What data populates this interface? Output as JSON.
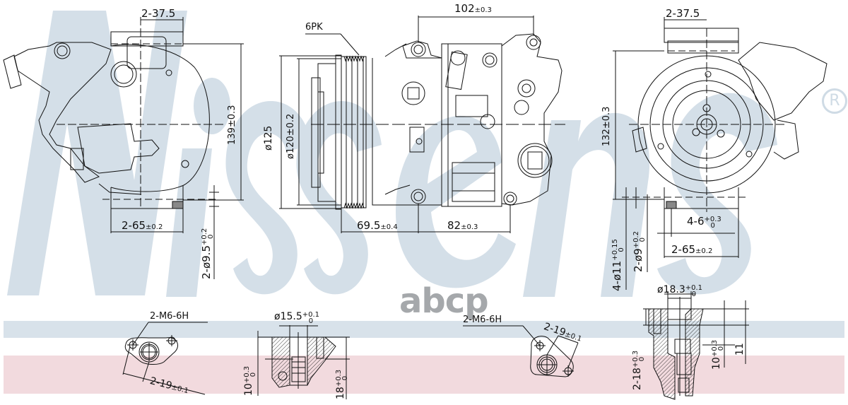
{
  "brand": {
    "watermark_text": "Nissens",
    "watermark_color": "#d4dfe8",
    "registered_mark": "R",
    "overlay_logo": "abcp",
    "overlay_logo_color": "#a5a8ab"
  },
  "bands": {
    "blue": "#d8e2ea",
    "pink": "#f2dade"
  },
  "views": {
    "rear_view": {
      "top_width": "2-37.5",
      "height": "139±0.3",
      "bottom_width_main": "2-65",
      "bottom_width_tol": "±0.2",
      "hole_dia_main": "2-ø9.5",
      "hole_dia_tol_plus": "+0.2",
      "hole_dia_tol_minus": "0"
    },
    "side_view": {
      "belt": "6PK",
      "pulley_dia_outer": "ø125",
      "pulley_dia_inner": "ø120±0.2",
      "mount_spacing_main": "102",
      "mount_spacing_tol": "±0.3",
      "length_a_main": "69.5",
      "length_a_tol": "±0.4",
      "length_b_main": "82",
      "length_b_tol": "±0.3"
    },
    "front_view": {
      "top_width": "2-37.5",
      "height": "132±0.3",
      "slot_main": "4-6",
      "slot_tol_plus": "+0.3",
      "slot_tol_minus": "0",
      "bottom_width_main": "2-65",
      "bottom_width_tol": "±0.2",
      "hole9_main": "2-ø9",
      "hole9_tol_plus": "+0.2",
      "hole9_tol_minus": "0",
      "hole11_main": "4-ø11",
      "hole11_tol_plus": "+0.15",
      "hole11_tol_minus": "0"
    },
    "port_detail_1": {
      "thread": "2-M6-6H",
      "spacing_main": "2-19",
      "spacing_tol": "±0.1"
    },
    "port_section_1": {
      "bore_main": "ø15.5",
      "bore_tol_plus": "+0.1",
      "bore_tol_minus": "0",
      "depth_a_main": "10",
      "depth_a_tol_plus": "+0.3",
      "depth_a_tol_minus": "0",
      "depth_b_main": "18",
      "depth_b_tol_plus": "+0.3",
      "depth_b_tol_minus": "0"
    },
    "port_detail_2": {
      "thread": "2-M6-6H",
      "spacing_main": "2-19",
      "spacing_tol": "±0.1"
    },
    "port_section_2": {
      "bore_main": "ø18.3",
      "bore_tol_plus": "+0.1",
      "bore_tol_minus": "0",
      "depth_a_main": "2-18",
      "depth_a_tol_plus": "+0.3",
      "depth_a_tol_minus": "0",
      "depth_b_main": "10",
      "depth_b_tol_plus": "+0.3",
      "depth_b_tol_minus": "0",
      "depth_c": "11"
    }
  }
}
